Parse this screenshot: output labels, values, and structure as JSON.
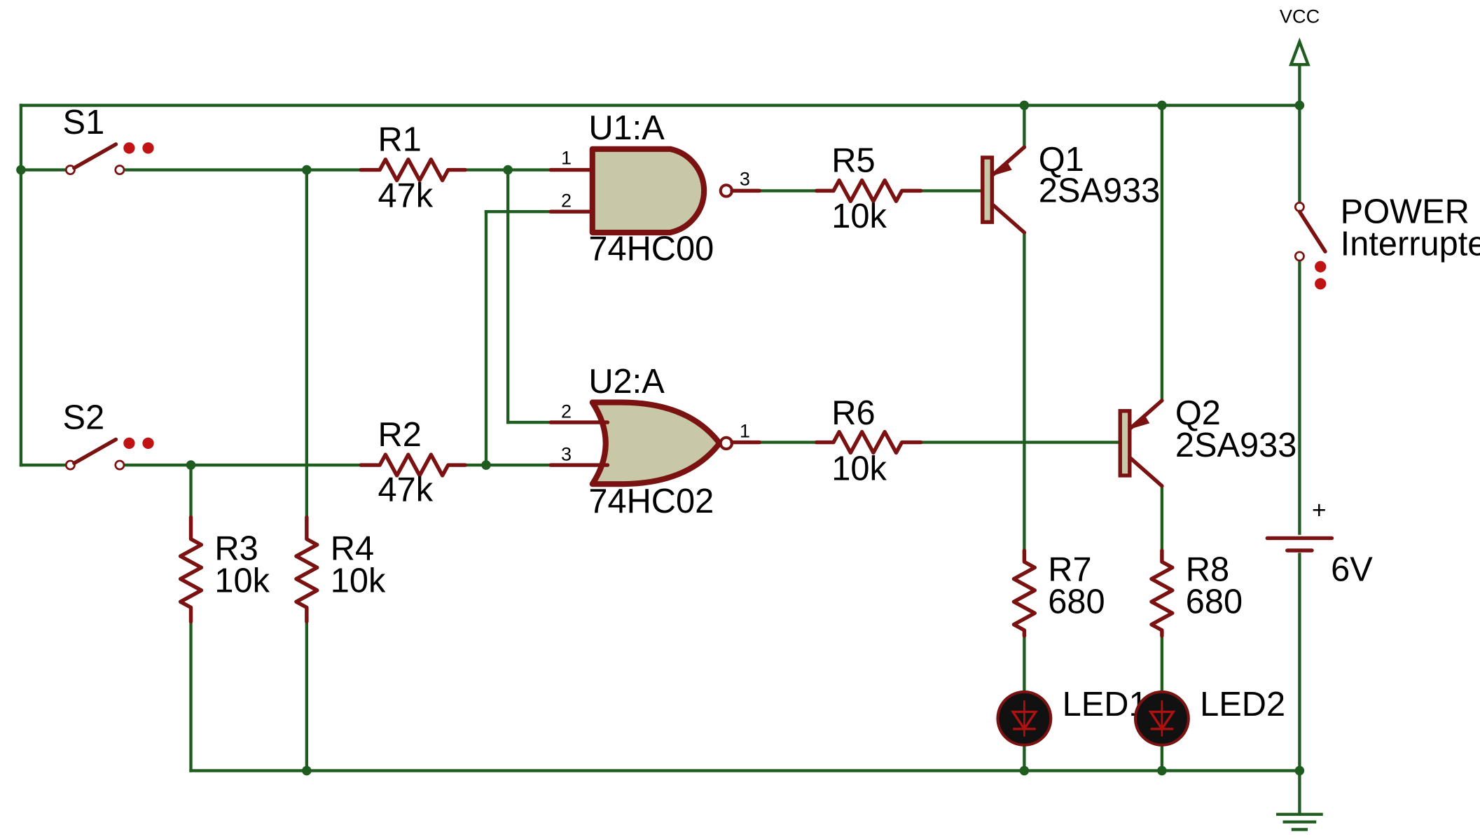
{
  "power": {
    "net": "VCC",
    "switch_name": "POWER",
    "switch_type": "Interrupteur"
  },
  "battery": {
    "plus": "+",
    "value": "6V"
  },
  "switches": [
    {
      "name": "S1"
    },
    {
      "name": "S2"
    }
  ],
  "resistors": [
    {
      "name": "R1",
      "value": "47k"
    },
    {
      "name": "R2",
      "value": "47k"
    },
    {
      "name": "R3",
      "value": "10k"
    },
    {
      "name": "R4",
      "value": "10k"
    },
    {
      "name": "R5",
      "value": "10k"
    },
    {
      "name": "R6",
      "value": "10k"
    },
    {
      "name": "R7",
      "value": "680"
    },
    {
      "name": "R8",
      "value": "680"
    }
  ],
  "gates": [
    {
      "ref": "U1:A",
      "part": "74HC00",
      "pins": [
        "1",
        "2",
        "3"
      ]
    },
    {
      "ref": "U2:A",
      "part": "74HC02",
      "pins": [
        "2",
        "3",
        "1"
      ]
    }
  ],
  "transistors": [
    {
      "name": "Q1",
      "part": "2SA933"
    },
    {
      "name": "Q2",
      "part": "2SA933"
    }
  ],
  "leds": [
    {
      "name": "LED1"
    },
    {
      "name": "LED2"
    }
  ],
  "colors": {
    "wire": "#1f5c1f",
    "component": "#7a1212",
    "gate_fill": "#c8c8a8",
    "led_fill": "#111111",
    "led_glyph": "#b01010"
  }
}
